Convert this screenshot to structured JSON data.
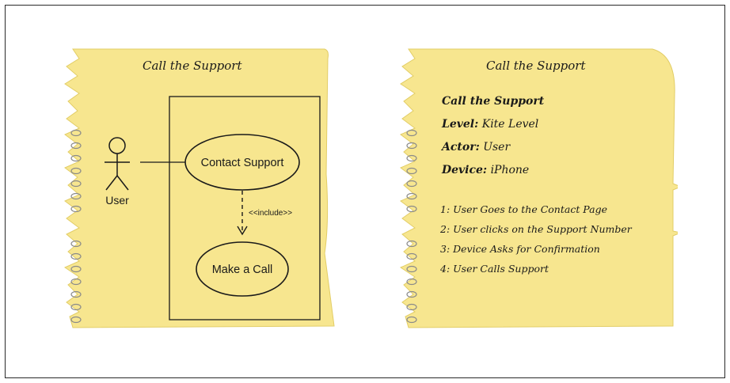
{
  "left_note": {
    "title": "Call the Support",
    "actor": "User",
    "use_case_primary": "Contact Support",
    "use_case_secondary": "Make a Call",
    "relationship": "<<include>>"
  },
  "right_note": {
    "title": "Call the Support",
    "heading": "Call the Support",
    "fields": [
      {
        "label": "Level:",
        "value": "Kite Level"
      },
      {
        "label": "Actor:",
        "value": "User"
      },
      {
        "label": "Device:",
        "value": "iPhone"
      }
    ],
    "steps": [
      "1: User Goes to the Contact Page",
      "2: User clicks on the Support Number",
      "3: Device Asks for Confirmation",
      "4: User Calls Support"
    ]
  },
  "colors": {
    "paper": "#f7e68f",
    "paper_edge": "#e2cd66",
    "ink": "#1a1a1a",
    "frame": "#2a2a2a"
  }
}
